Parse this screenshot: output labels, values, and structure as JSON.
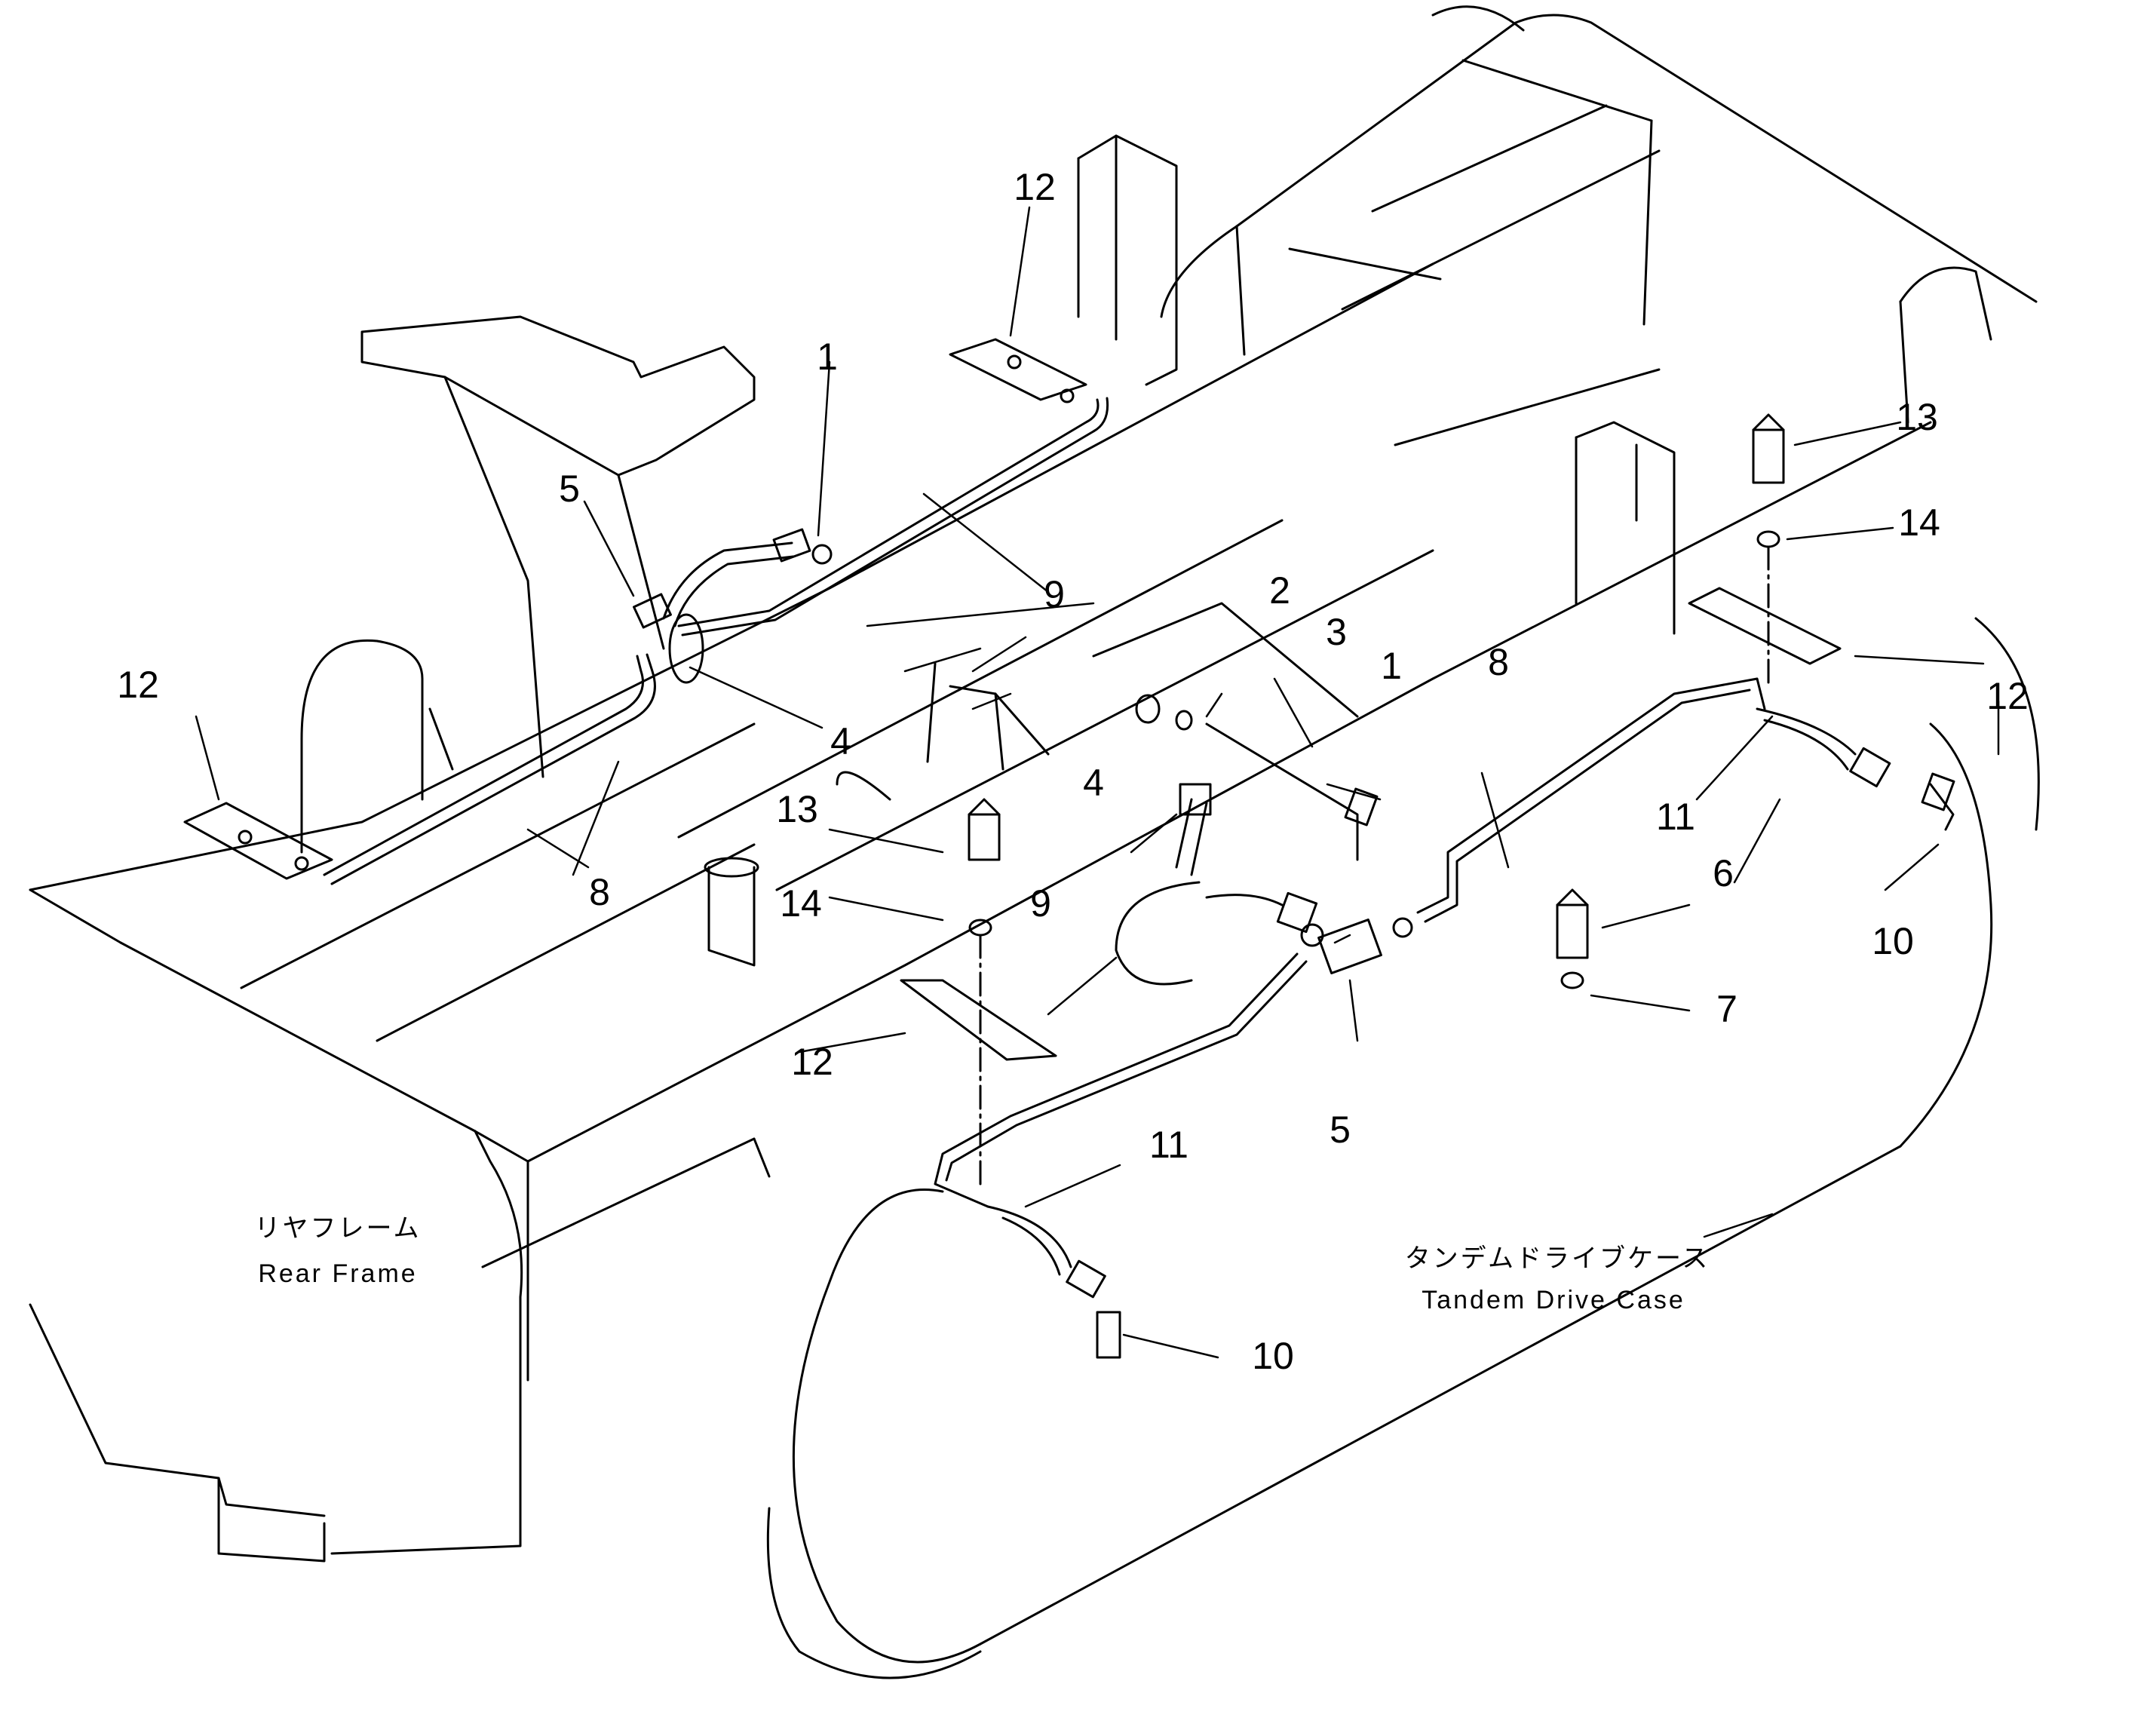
{
  "labels": {
    "rear_frame_ja": "リヤフレーム",
    "rear_frame_en": "Rear Frame",
    "tandem_ja": "タンデムドライブケース",
    "tandem_en": "Tandem Drive Case"
  },
  "callouts": [
    "12",
    "1",
    "5",
    "9",
    "4",
    "8",
    "13",
    "14",
    "9",
    "12",
    "11",
    "10",
    "2",
    "3",
    "1",
    "4",
    "8",
    "5",
    "6",
    "7",
    "13",
    "14",
    "12",
    "11",
    "10",
    "12"
  ],
  "colors": {
    "ink": "#000000",
    "paper": "#ffffff"
  }
}
